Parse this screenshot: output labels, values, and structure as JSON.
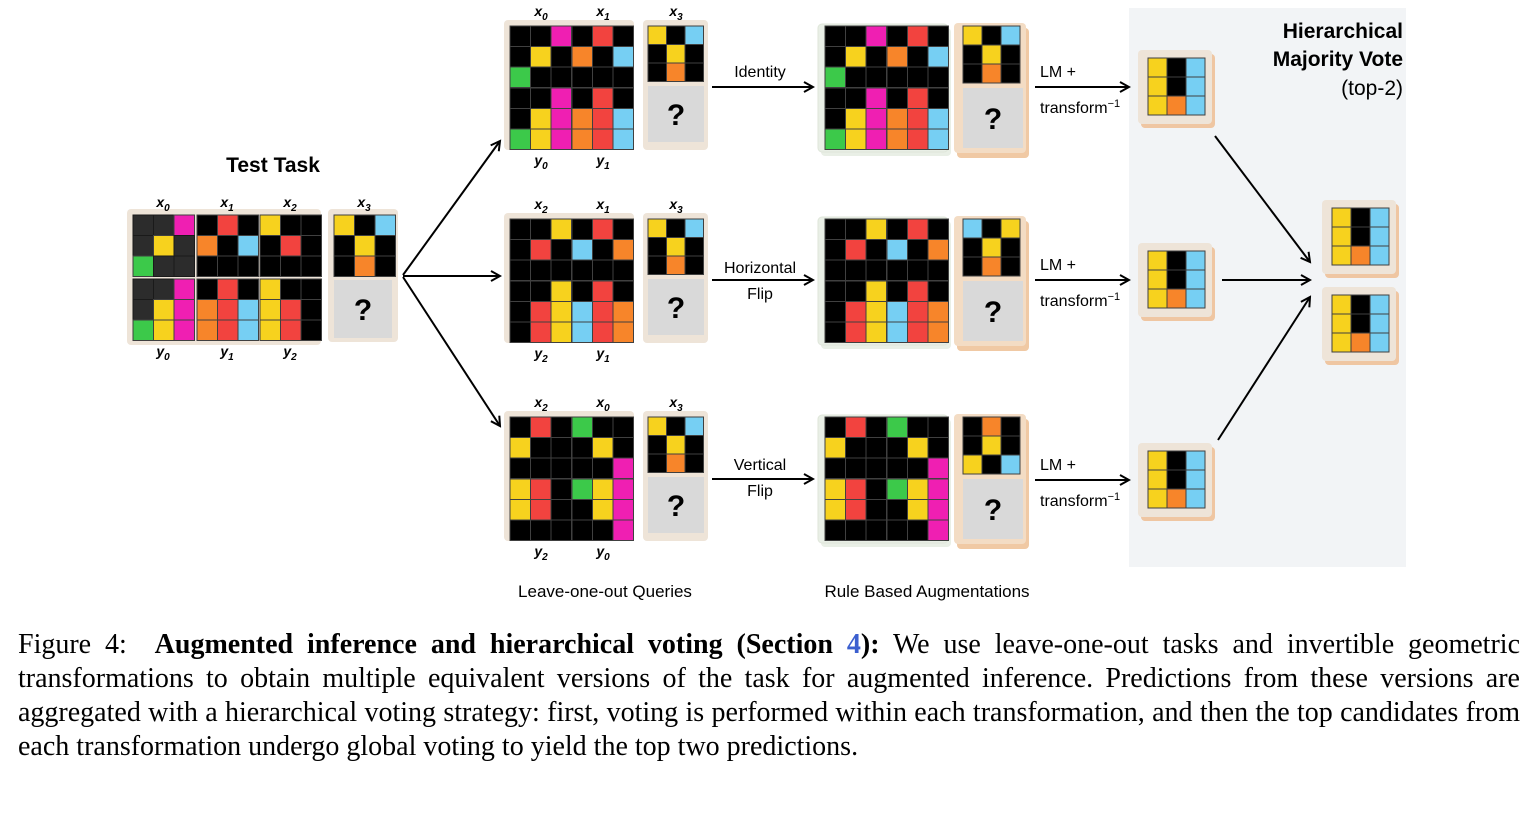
{
  "colors": {
    "K": "#000000",
    "Y": "#f7d21e",
    "M": "#ef1fb2",
    "R": "#f2433f",
    "O": "#f7852a",
    "B": "#76cff3",
    "G": "#3cc94a",
    "D": "#2c2c2c",
    "E": "#d9d9d9",
    "panel": "#f2f4f6",
    "tan": "#eee4d8",
    "green": "#e9efe6"
  },
  "labels": {
    "test_task": "Test Task",
    "identity": "Identity",
    "horizontal": "Horizontal",
    "vertical": "Vertical",
    "flip": "Flip",
    "lm": "LM +",
    "transform_inv": "transform",
    "inv_sup": "−1",
    "hmv_line1": "Hierarchical",
    "hmv_line2": "Majority Vote",
    "hmv_line3": "(top-2)",
    "leave_one_out": "Leave-one-out Queries",
    "rule_based": "Rule Based Augmentations",
    "question": "?"
  },
  "pair_labels": {
    "test": {
      "x": [
        "x",
        "x",
        "x"
      ],
      "xs": [
        "0",
        "1",
        "2"
      ],
      "y": [
        "y",
        "y",
        "y"
      ],
      "ys": [
        "0",
        "1",
        "2"
      ],
      "q": "x",
      "qs": "3"
    },
    "identity": {
      "x": [
        "x",
        "x"
      ],
      "xs": [
        "0",
        "1"
      ],
      "y": [
        "y",
        "y"
      ],
      "ys": [
        "0",
        "1"
      ],
      "q": "x",
      "qs": "3"
    },
    "horizontal": {
      "x": [
        "x",
        "x"
      ],
      "xs": [
        "2",
        "1"
      ],
      "y": [
        "y",
        "y"
      ],
      "ys": [
        "2",
        "1"
      ],
      "q": "x",
      "qs": "3"
    },
    "vertical": {
      "x": [
        "x",
        "x"
      ],
      "xs": [
        "2",
        "0"
      ],
      "y": [
        "y",
        "y"
      ],
      "ys": [
        "2",
        "0"
      ],
      "q": "x",
      "qs": "3"
    }
  },
  "grids": {
    "test_x0": [
      "DDM",
      "DYD",
      "GDD"
    ],
    "test_y0": [
      "DDM",
      "DYM",
      "GYM"
    ],
    "test_x1": [
      "KRK",
      "OKB",
      "KKK"
    ],
    "test_y1": [
      "KRK",
      "ORB",
      "ORB"
    ],
    "test_x2": [
      "YKK",
      "KRK",
      "KKK"
    ],
    "test_y2": [
      "YKK",
      "YRK",
      "YRK"
    ],
    "test_x3": [
      "YKB",
      "KYK",
      "KOK"
    ],
    "id_x0": [
      "KKM",
      "KYK",
      "GKK"
    ],
    "id_y0": [
      "KKM",
      "KYM",
      "GYM"
    ],
    "id_x1": [
      "KRK",
      "OKB",
      "KKK"
    ],
    "id_y1": [
      "KRK",
      "ORB",
      "ORB"
    ],
    "id_q": [
      "YKB",
      "KYK",
      "KOK"
    ],
    "ha_x0": [
      "KKY",
      "KRK",
      "KKK"
    ],
    "ha_y0": [
      "KKY",
      "KRY",
      "KRY"
    ],
    "ha_x1": [
      "KRK",
      "BKO",
      "KKK"
    ],
    "ha_y1": [
      "KRK",
      "BRO",
      "BRO"
    ],
    "ha_q": [
      "BKY",
      "KYK",
      "KOK"
    ],
    "va_x0": [
      "KRK",
      "YKK",
      "KKK"
    ],
    "va_y0": [
      "YRK",
      "YRK",
      "KKK"
    ],
    "va_x1": [
      "GKK",
      "KYK",
      "KKM"
    ],
    "va_y1": [
      "GYM",
      "KYM",
      "KKM"
    ],
    "va_q": [
      "KOK",
      "KYK",
      "YKB"
    ],
    "ans": [
      "YKB",
      "YKB",
      "YOB"
    ]
  }
}
